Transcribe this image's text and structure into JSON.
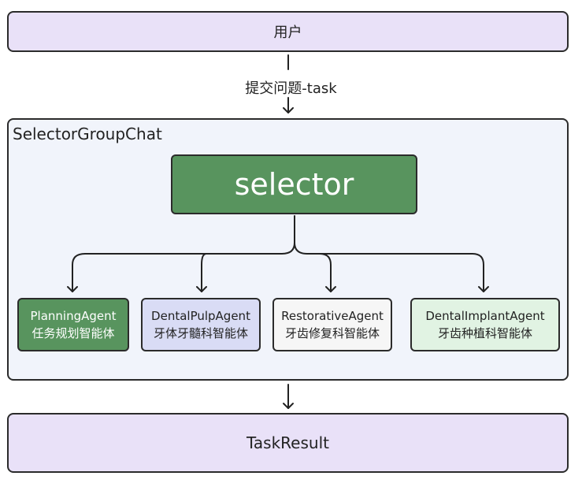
{
  "user": {
    "label": "用户"
  },
  "flow": {
    "label": "提交问题-task"
  },
  "group": {
    "title": "SelectorGroupChat"
  },
  "selector": {
    "label": "selector"
  },
  "agents": [
    {
      "name": "PlanningAgent",
      "desc": "任务规划智能体"
    },
    {
      "name": "DentalPulpAgent",
      "desc": "牙体牙髓科智能体"
    },
    {
      "name": "RestorativeAgent",
      "desc": "牙齿修复科智能体"
    },
    {
      "name": "DentalImplantAgent",
      "desc": "牙齿种植科智能体"
    }
  ],
  "result": {
    "label": "TaskResult"
  },
  "colors": {
    "outer_box": "#e9e1f8",
    "group_bg": "#f1f4fb",
    "selector_green": "#58945e",
    "pulp_blue": "#d9dcf5",
    "implant_green": "#e1f3e3"
  }
}
